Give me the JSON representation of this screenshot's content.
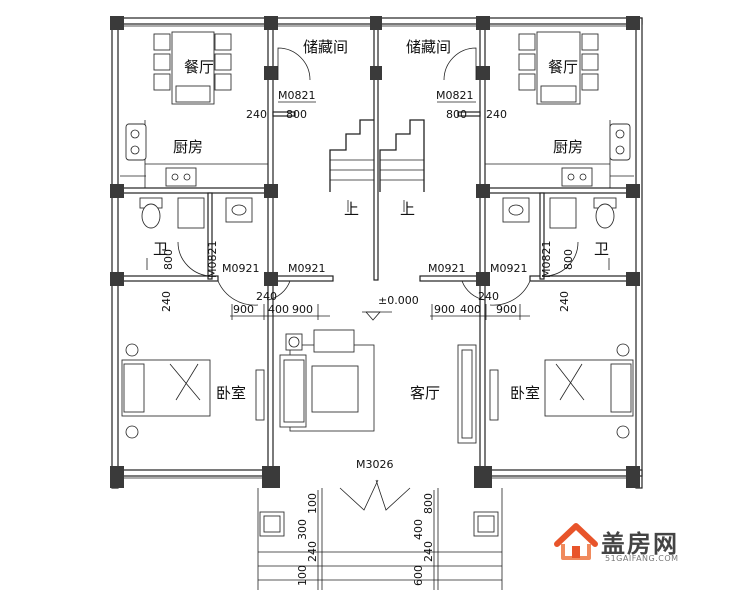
{
  "rooms": {
    "dining_left": "餐厅",
    "dining_right": "餐厅",
    "storage_left": "储藏间",
    "storage_right": "储藏间",
    "kitchen_left": "厨房",
    "kitchen_right": "厨房",
    "bath_left": "卫",
    "bath_right": "卫",
    "bedroom_left": "卧室",
    "bedroom_right": "卧室",
    "living": "客厅"
  },
  "stairs": {
    "up_left": "上",
    "up_right": "上"
  },
  "doors": {
    "m0821_left": "M0821",
    "m0821_right": "M0821",
    "m0921_1": "M0921",
    "m0921_2": "M0921",
    "m0921_3": "M0921",
    "m0921_4": "M0921",
    "m0821_bath_left": "M0821",
    "m0821_bath_right": "M0821",
    "m3026": "M3026"
  },
  "dims": {
    "d240_a": "240",
    "d800_a": "800",
    "d800_b": "800",
    "d240_b": "240",
    "d800_c": "800",
    "d800_d": "800",
    "d240_c": "240",
    "d240_d": "240",
    "d240_e": "240",
    "d240_f": "240",
    "d900_1": "900",
    "d400_1": "400",
    "d900_2": "900",
    "d900_3": "900",
    "d400_2": "400",
    "d900_4": "900",
    "level": "±0.000",
    "d100_a": "100",
    "d300": "300",
    "d240_g": "240",
    "d100_b": "100",
    "d800_e": "800",
    "d400_3": "400",
    "d240_h": "240",
    "d600": "600"
  },
  "logo": {
    "text": "盖房网",
    "url": "51GAIFANG.COM",
    "accent": "#e8542a"
  }
}
